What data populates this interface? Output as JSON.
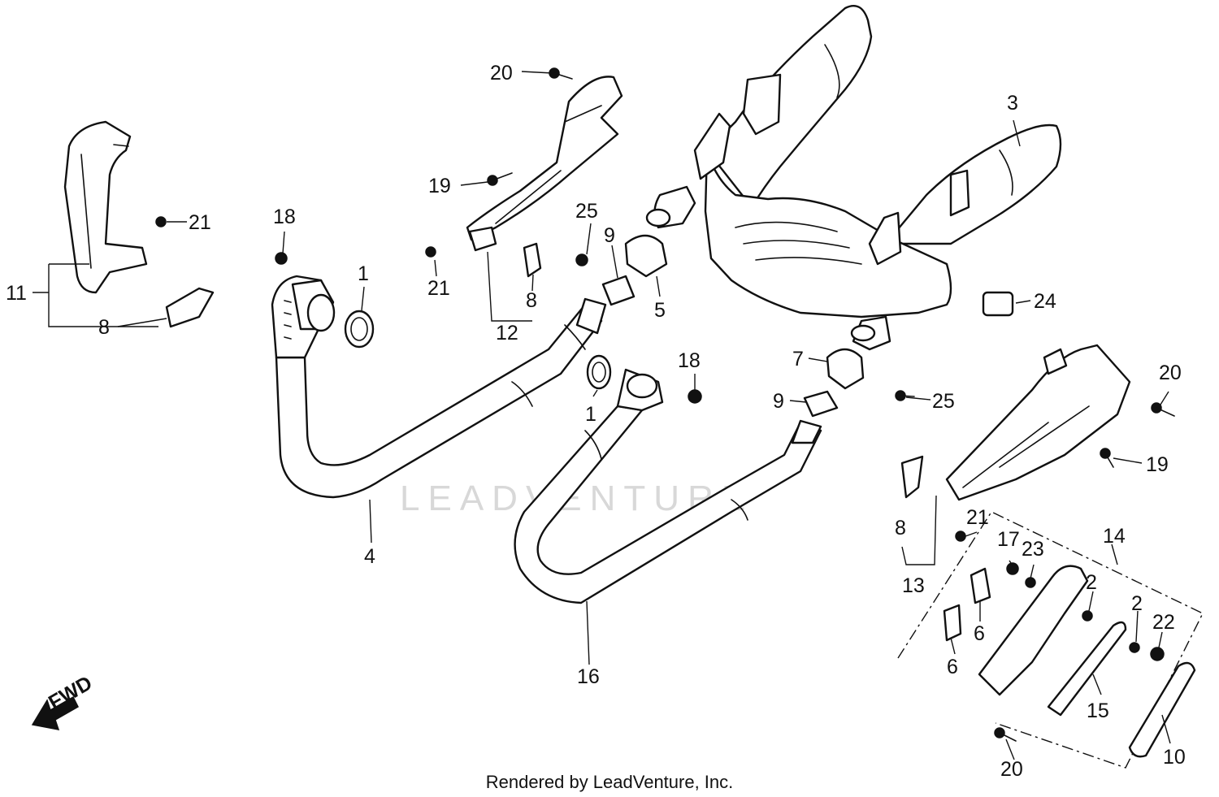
{
  "diagram": {
    "watermark": "LEADVENTURE",
    "fwd_label": "FWD",
    "footer": "Rendered by LeadVenture, Inc.",
    "callouts": {
      "c1a": "1",
      "c1b": "1",
      "c2a": "2",
      "c2b": "2",
      "c3": "3",
      "c4": "4",
      "c5": "5",
      "c6a": "6",
      "c6b": "6",
      "c7": "7",
      "c8a": "8",
      "c8b": "8",
      "c8c": "8",
      "c9a": "9",
      "c9b": "9",
      "c10": "10",
      "c11": "11",
      "c12": "12",
      "c13": "13",
      "c14": "14",
      "c15": "15",
      "c16": "16",
      "c17": "17",
      "c18a": "18",
      "c18b": "18",
      "c19a": "19",
      "c19b": "19",
      "c20a": "20",
      "c20b": "20",
      "c20c": "20",
      "c21a": "21",
      "c21b": "21",
      "c21c": "21",
      "c22": "22",
      "c23": "23",
      "c24": "24",
      "c25a": "25",
      "c25b": "25"
    }
  }
}
